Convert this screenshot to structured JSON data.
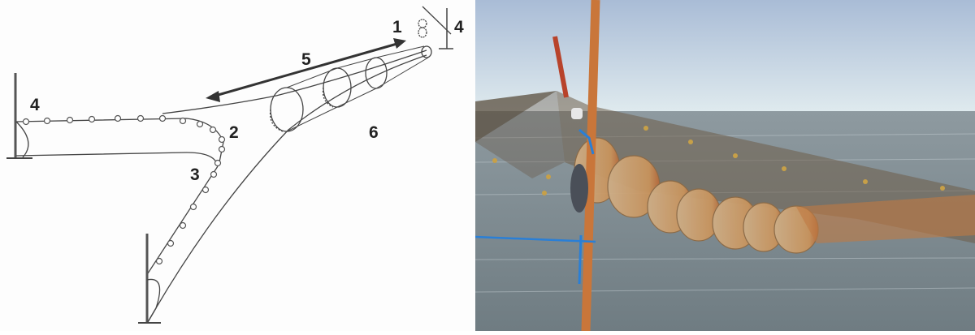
{
  "figure": {
    "panels": [
      {
        "id": "diagram",
        "description": "Line drawing of a fyke net with leader net, wings, float lines and funnel hoops"
      },
      {
        "id": "photo",
        "description": "Photograph of a fyke net hung on poles above the sea, showing orange-brown netting and hoop sections"
      }
    ]
  },
  "diagram": {
    "labels": {
      "l1": "1",
      "l2": "2",
      "l3": "3",
      "l4a": "4",
      "l4b": "4",
      "l5": "5",
      "l6": "6"
    },
    "colors": {
      "line": "#333333",
      "background": "#fdfdfd"
    }
  },
  "photo": {
    "colors": {
      "sky_top": "#aebfd8",
      "sky_horizon": "#dce9ee",
      "sea": "#7d8a90",
      "net": "#6b5a45",
      "cod_end": "#c9a27a",
      "pole": "#c9763a",
      "rope": "#2a7fd6"
    }
  }
}
